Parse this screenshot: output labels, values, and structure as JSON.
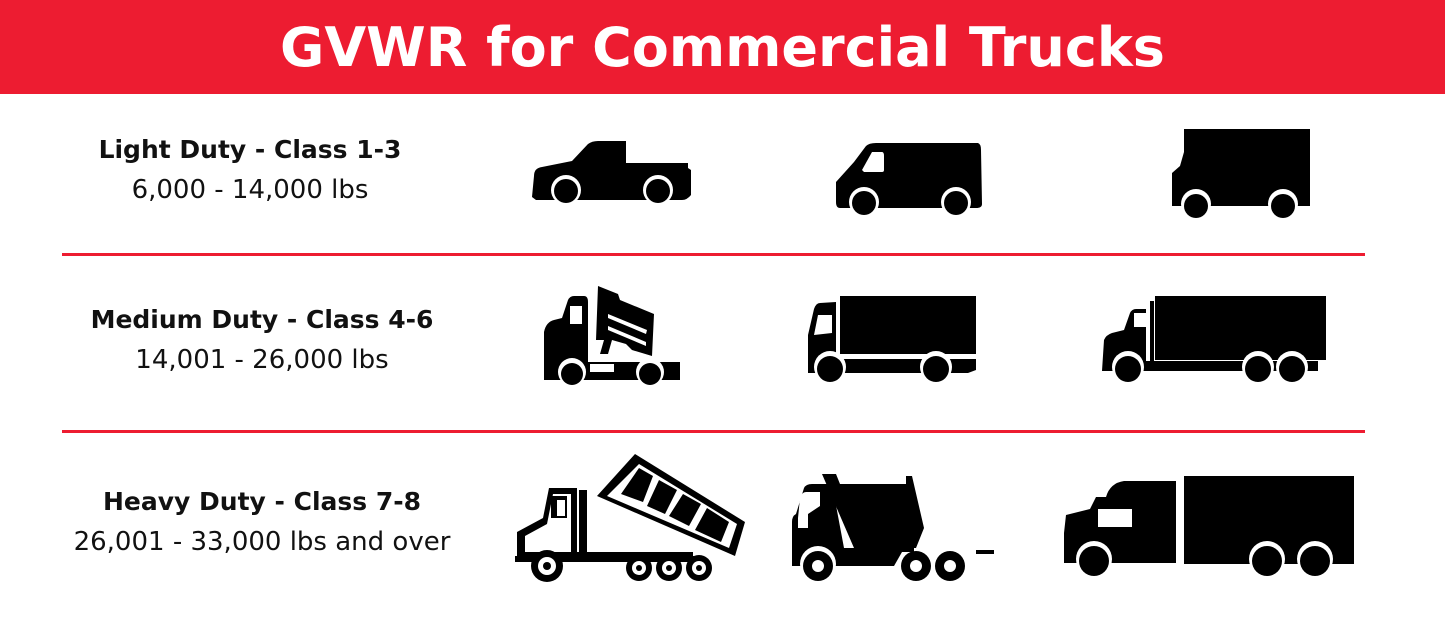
{
  "header": {
    "title": "GVWR for Commercial Trucks",
    "background_color": "#ED1C31"
  },
  "accent_color": "#ED1C31",
  "rows": [
    {
      "class_label": "Light Duty - Class 1-3",
      "weight_range": "6,000 - 14,000 lbs",
      "icons": [
        "pickup-truck-icon",
        "cargo-van-icon",
        "box-van-icon"
      ]
    },
    {
      "class_label": "Medium Duty - Class 4-6",
      "weight_range": "14,001 - 26,000 lbs",
      "icons": [
        "small-dump-truck-icon",
        "box-truck-icon",
        "tandem-box-truck-icon"
      ]
    },
    {
      "class_label": "Heavy Duty - Class 7-8",
      "weight_range": "26,001 - 33,000 lbs and over",
      "icons": [
        "tipping-dump-truck-icon",
        "dump-truck-icon",
        "semi-box-truck-icon"
      ]
    }
  ]
}
